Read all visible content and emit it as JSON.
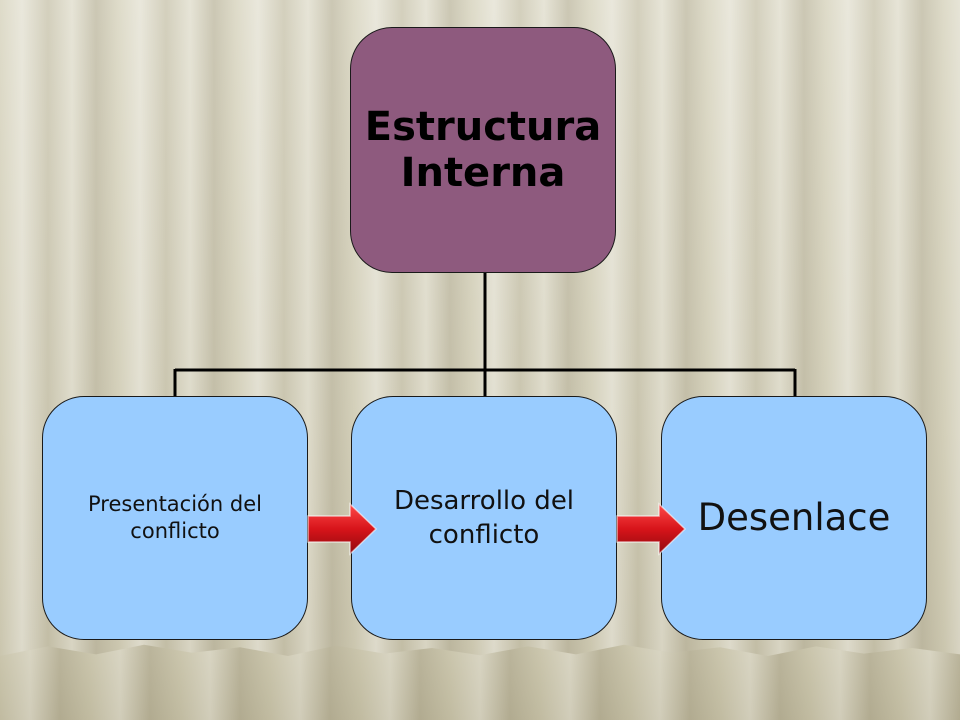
{
  "diagram": {
    "root": {
      "label": "Estructura\nInterna"
    },
    "children": [
      {
        "label": "Presentación del\nconflicto"
      },
      {
        "label": "Desarrollo del\nconflicto"
      },
      {
        "label": "Desenlace"
      }
    ]
  },
  "colors": {
    "root_fill": "#8e5a7e",
    "child_fill": "#99ccff",
    "arrow_fill": "#d7141a",
    "connector": "#000000"
  },
  "icons": [
    "right-arrow-icon"
  ]
}
